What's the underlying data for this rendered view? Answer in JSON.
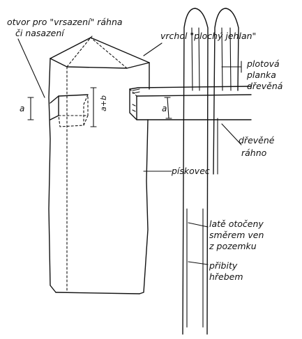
{
  "labels": {
    "opening_line1": "otvor pro \"vrsazení\" ráhna",
    "opening_line2": "či nasazení",
    "top_label": "vrchol \"plochý jehlan\"",
    "fence_plank_line1": "plotová",
    "fence_plank_line2": "planka",
    "fence_plank_line3": "dřevěná",
    "wooden_rail_line1": "dřevěné",
    "wooden_rail_line2": "ráhno",
    "sandstone": "pískovec",
    "slats_line1": "latě otočeny",
    "slats_line2": "směrem ven",
    "slats_line3": "z pozemku",
    "nailed_line1": "přibity",
    "nailed_line2": "hřebem",
    "dim_a_left": "a",
    "dim_a_plus_b": "a+b",
    "dim_a_rail": "a"
  },
  "colors": {
    "ink": "#111111",
    "paper": "#ffffff"
  }
}
